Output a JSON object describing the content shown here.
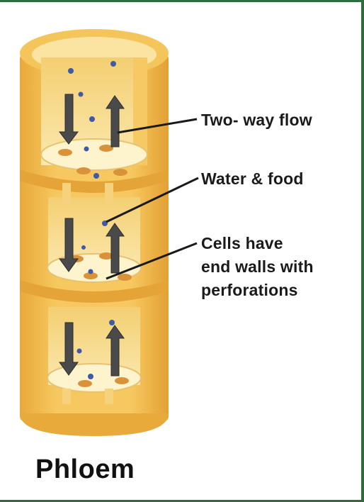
{
  "diagram": {
    "title": "Phloem",
    "labels": {
      "two_way_flow": "Two- way flow",
      "water_food": "Water & food",
      "cells_end_walls": [
        "Cells have",
        "end walls with",
        "perforations"
      ]
    },
    "colors": {
      "outer_tube": "#f3bb4a",
      "inner_wall": "#f7d27c",
      "cell_lumen": "#fbe7a9",
      "sieve_plate": "#fdf3cc",
      "arrow": "#4a4a4a",
      "particle": "#3f5aa6",
      "frame_border": "#2f6b3c"
    }
  }
}
